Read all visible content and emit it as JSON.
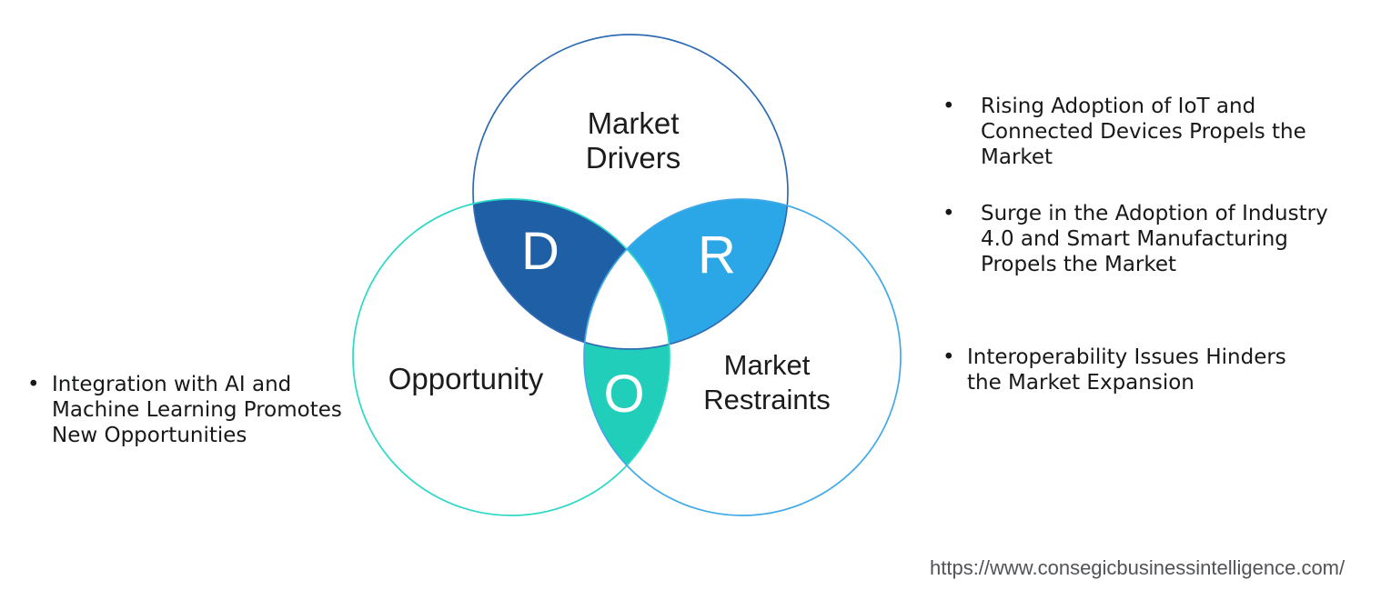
{
  "venn": {
    "drivers": {
      "label": "Market\nDrivers",
      "letter": "D"
    },
    "opportunity": {
      "label": "Opportunity",
      "letter": "O"
    },
    "restraints": {
      "label": "Market\nRestraints",
      "letter": "R"
    },
    "colors": {
      "drivers_opportunity_overlap": "#1E5FA6",
      "drivers_restraints_overlap": "#2BA7E8",
      "opportunity_restraints_overlap": "#20CEBA",
      "drivers_outline": "#2F6BB2",
      "opportunity_outline": "#2BD9C6",
      "restraints_outline": "#41A9E8"
    }
  },
  "bullets": {
    "marker": "•",
    "left": [
      {
        "text": "Integration with AI and\nMachine Learning Promotes\nNew Opportunities"
      }
    ],
    "right": [
      {
        "text": "Rising Adoption of IoT and\nConnected Devices Propels the\nMarket"
      },
      {
        "text": "Surge in the Adoption of Industry\n4.0 and Smart Manufacturing\nPropels the Market"
      },
      {
        "text": "Interoperability Issues Hinders\nthe Market Expansion"
      }
    ]
  },
  "footer": {
    "url": "https://www.consegicbusinessintelligence.com/"
  }
}
